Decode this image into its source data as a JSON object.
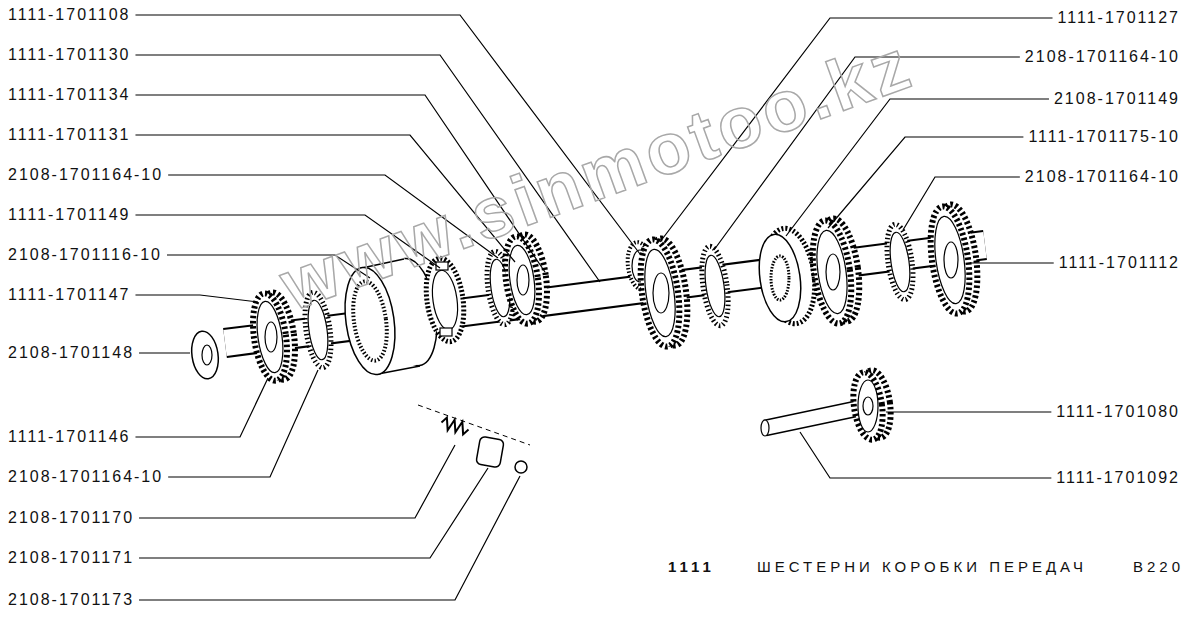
{
  "diagram": {
    "title": "ШЕСТЕРНИ КОРОБКИ ПЕРЕДАЧ",
    "labels": [
      "1111-1701108",
      "1111-1701127",
      "1111-1701130",
      "2108-1701164-10",
      "1111-1701134",
      "2108-1701149",
      "1111-1701131",
      "1111-1701175-10",
      "2108-1701164-10",
      "2108-1701164-10",
      "1111-1701149",
      "2108-1701116-10",
      "1111-1701112",
      "1111-1701147",
      "2108-1701148",
      "1111-1701080",
      "1111-1701146",
      "2108-1701164-10",
      "1111-1701092",
      "2108-1701170",
      "2108-1701171",
      "2108-1701173",
      "1111",
      "В220",
      "www.sinmotoo.kz"
    ]
  }
}
